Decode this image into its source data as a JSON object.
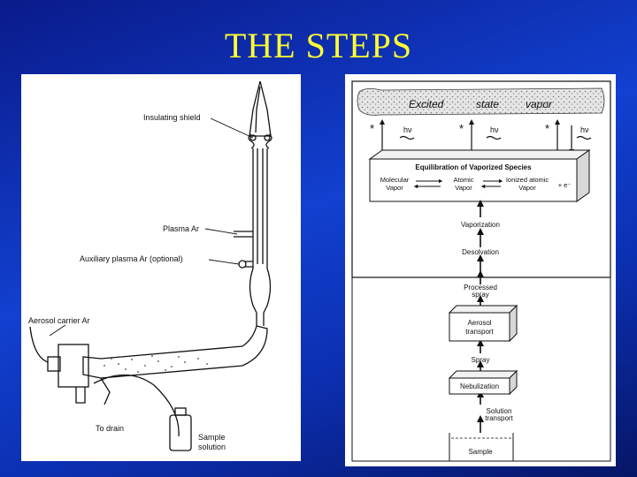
{
  "slide": {
    "title": "THE STEPS"
  },
  "left_diagram": {
    "labels": {
      "insulating_shield": "Insulating shield",
      "plasma_ar": "Plasma Ar",
      "auxiliary_plasma": "Auxiliary plasma Ar (optional)",
      "aerosol_carrier": "Aerosol carrier Ar",
      "to_drain": "To drain",
      "sample_solution_1": "Sample",
      "sample_solution_2": "solution"
    }
  },
  "right_diagram": {
    "excited": {
      "w1": "Excited",
      "w2": "state",
      "w3": "vapor"
    },
    "hv": "hν",
    "star": "*",
    "equilibration": {
      "title": "Equilibration of Vaporized Species",
      "molecular_1": "Molecular",
      "molecular_2": "Vapor",
      "atomic_1": "Atomic",
      "atomic_2": "Vapor",
      "ionized_1": "Ionized atomic",
      "ionized_2": "Vapor",
      "electron": "+ e⁻"
    },
    "steps": {
      "vaporization": "Vaporization",
      "desolvation": "Desolvation",
      "processed_1": "Processed",
      "processed_2": "spray",
      "aerosol_1": "Aerosol",
      "aerosol_2": "transport",
      "spray": "Spray",
      "nebulization": "Nebulization",
      "solution_1": "Solution",
      "solution_2": "transport",
      "sample": "Sample"
    }
  }
}
